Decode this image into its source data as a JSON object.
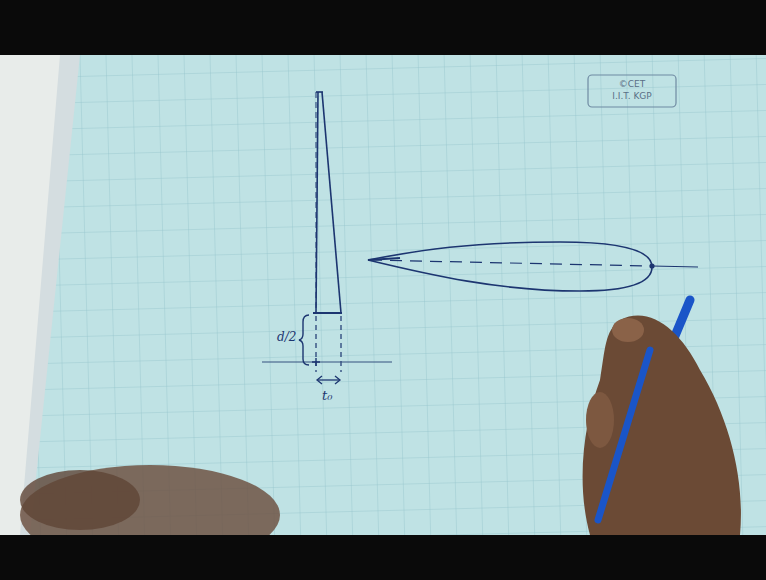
{
  "diagram": {
    "labels": [
      "©CET",
      "I.I.T. KGP",
      "d/2",
      "t₀"
    ]
  }
}
